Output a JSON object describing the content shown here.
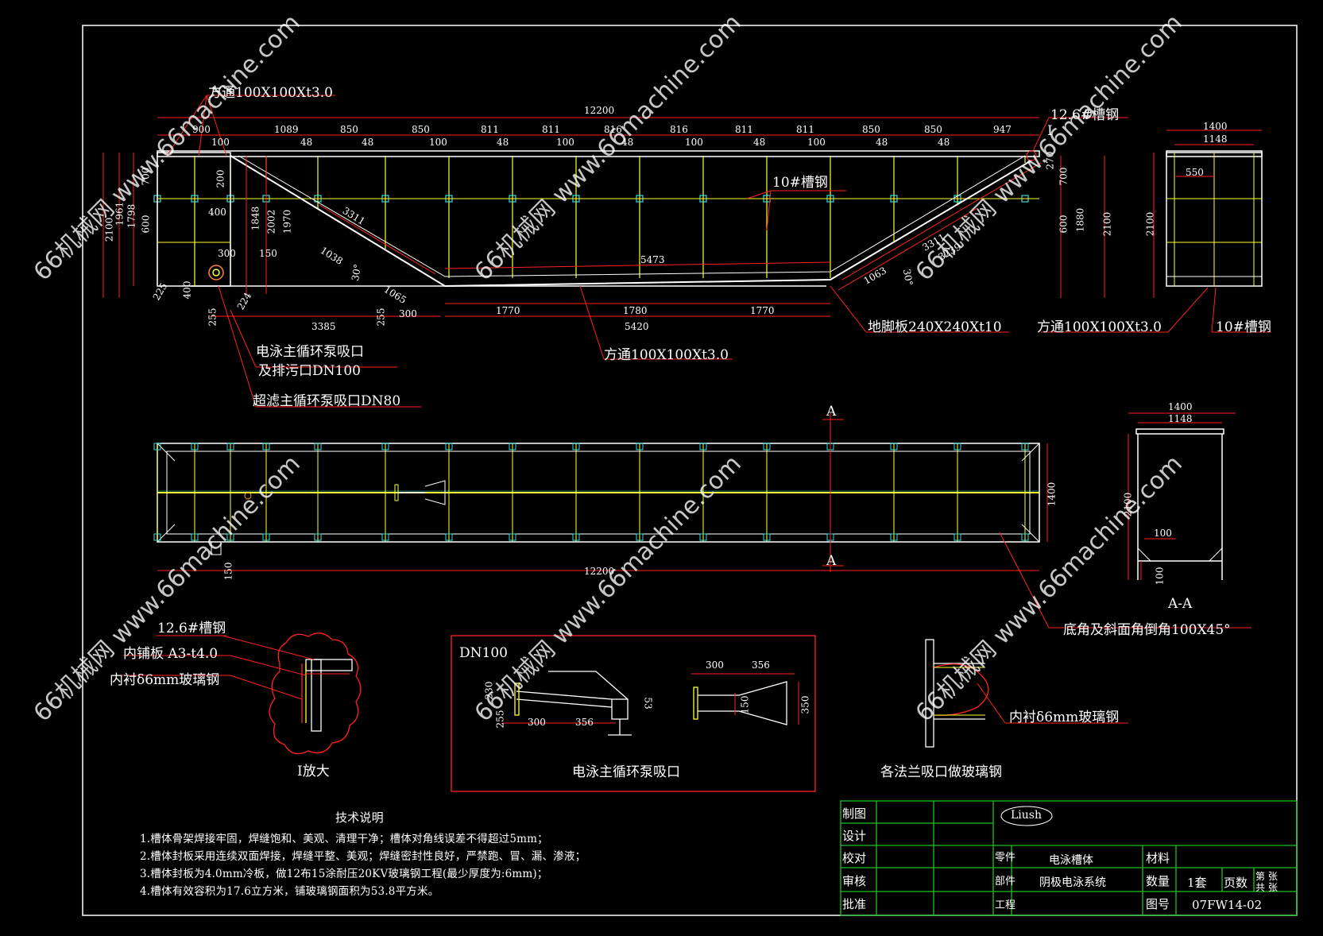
{
  "drawing": {
    "labels": {
      "square_tube_top": "方通100X100Xt3.0",
      "channel_12_6": "12.6#槽钢",
      "channel_10_mid": "10#槽钢",
      "foot_plate": "地脚板240X240Xt10",
      "square_tube_right": "方通100X100Xt3.0",
      "channel_10_right": "10#槽钢",
      "ed_pump_inlet_1": "电泳主循环泵吸口",
      "ed_pump_inlet_2": "及排污口DN100",
      "uf_pump_inlet": "超滤主循环泵吸口DN80",
      "square_tube_bottom": "方通100X100Xt3.0",
      "section_mark_top": "A",
      "section_mark_bottom": "A",
      "section_name": "A-A",
      "chamfer_note": "底角及斜面角倒角100X45°",
      "detail_channel": "12.6#槽钢",
      "detail_plate": "内铺板 A3-t4.0",
      "detail_lining": "内衬δ6mm玻璃钢",
      "detail_title": "I放大",
      "detail_marker": "I",
      "dn100": "DN100",
      "pump_inlet_title": "电泳主循环泵吸口",
      "flange_lining": "内衬δ6mm玻璃钢",
      "flange_title": "各法兰吸口做玻璃钢"
    },
    "dims_top": [
      "900",
      "100",
      "1089",
      "850",
      "48",
      "48",
      "850",
      "100",
      "811",
      "48",
      "811",
      "100",
      "816",
      "48",
      "816",
      "100",
      "811",
      "48",
      "811",
      "100",
      "850",
      "48",
      "850",
      "48",
      "947"
    ],
    "dims_misc": {
      "overall": "12200",
      "h2100": "2100",
      "h1961": "1961",
      "h1798": "1798",
      "h700": "700",
      "h600": "600",
      "h200": "200",
      "h1848": "1848",
      "h2002": "2002",
      "h1970": "1970",
      "w400": "400",
      "w300": "300",
      "w150": "150",
      "w225": "225",
      "w400b": "400",
      "w224": "224",
      "slope1": "3311",
      "slope1b": "1038",
      "ang1": "30°",
      "slope1c": "1065",
      "w255a": "255",
      "w255b": "255",
      "w300b": "300",
      "mid5473": "5473",
      "b1770a": "1770",
      "b1780": "1780",
      "b1770b": "1770",
      "b5420": "5420",
      "b3385": "3385",
      "slope2": "3311",
      "slope2b": "3239",
      "slope2c": "1063",
      "ang2": "30°",
      "r270": "270",
      "r700": "700",
      "r600": "600",
      "r1880": "1880",
      "r2100": "2100",
      "side1400": "1400",
      "side1148": "1148",
      "side550": "550",
      "side2100": "2100",
      "plan1400": "1400",
      "plan12200": "12200",
      "plan150": "150",
      "aa1400": "1400",
      "aa1148": "1148",
      "aa2100": "2100",
      "aa100": "100",
      "aa100b": "100",
      "p300": "300",
      "p356": "356",
      "p255": "255",
      "p230": "230",
      "p53": "53",
      "p300b": "300",
      "p356b": "356",
      "p150": "150",
      "p350": "350"
    }
  },
  "notes": {
    "title": "技术说明",
    "items": [
      "1.槽体骨架焊接牢固，焊缝饱和、美观、清理干净；槽体对角线误差不得超过5mm；",
      "2.槽体封板采用连续双面焊接，焊缝平整、美观；焊缝密封性良好，严禁跑、冒、漏、渗液；",
      "3.槽体封板为4.0mm冷板，做12布15涂耐压20KV玻璃钢工程(最少厚度为:6mm)；",
      "4.槽体有效容积为17.6立方米，铺玻璃钢面积为53.8平方米。"
    ]
  },
  "title_block": {
    "drafted": "制图",
    "designed": "设计",
    "checked": "校对",
    "reviewed": "审核",
    "approved": "批准",
    "logo": "Liush",
    "part_name": "零件",
    "part_value": "电泳槽体",
    "component_name": "部件",
    "component_value": "阴极电泳系统",
    "project_name": "工程",
    "material_label": "材料",
    "quantity_label": "数量",
    "quantity_value": "1套",
    "pages_label": "页数",
    "sheet_label": "第  张",
    "total_label": "共  张",
    "drawing_no_label": "图号",
    "drawing_no": "07FW14-02"
  },
  "watermarks": [
    "66机械网 www.66machine.com",
    "66机械网 www.66machine.com",
    "66机械网 www.66machine.com",
    "66机械网 www.66machine.com",
    "66机械网 www.66machine.com",
    "66机械网 www.66machine.com"
  ],
  "colors": {
    "frame": "#ffffff",
    "dim": "#ff2020",
    "member": "#ffff30",
    "joint": "#30e0e0",
    "background": "#000000"
  }
}
